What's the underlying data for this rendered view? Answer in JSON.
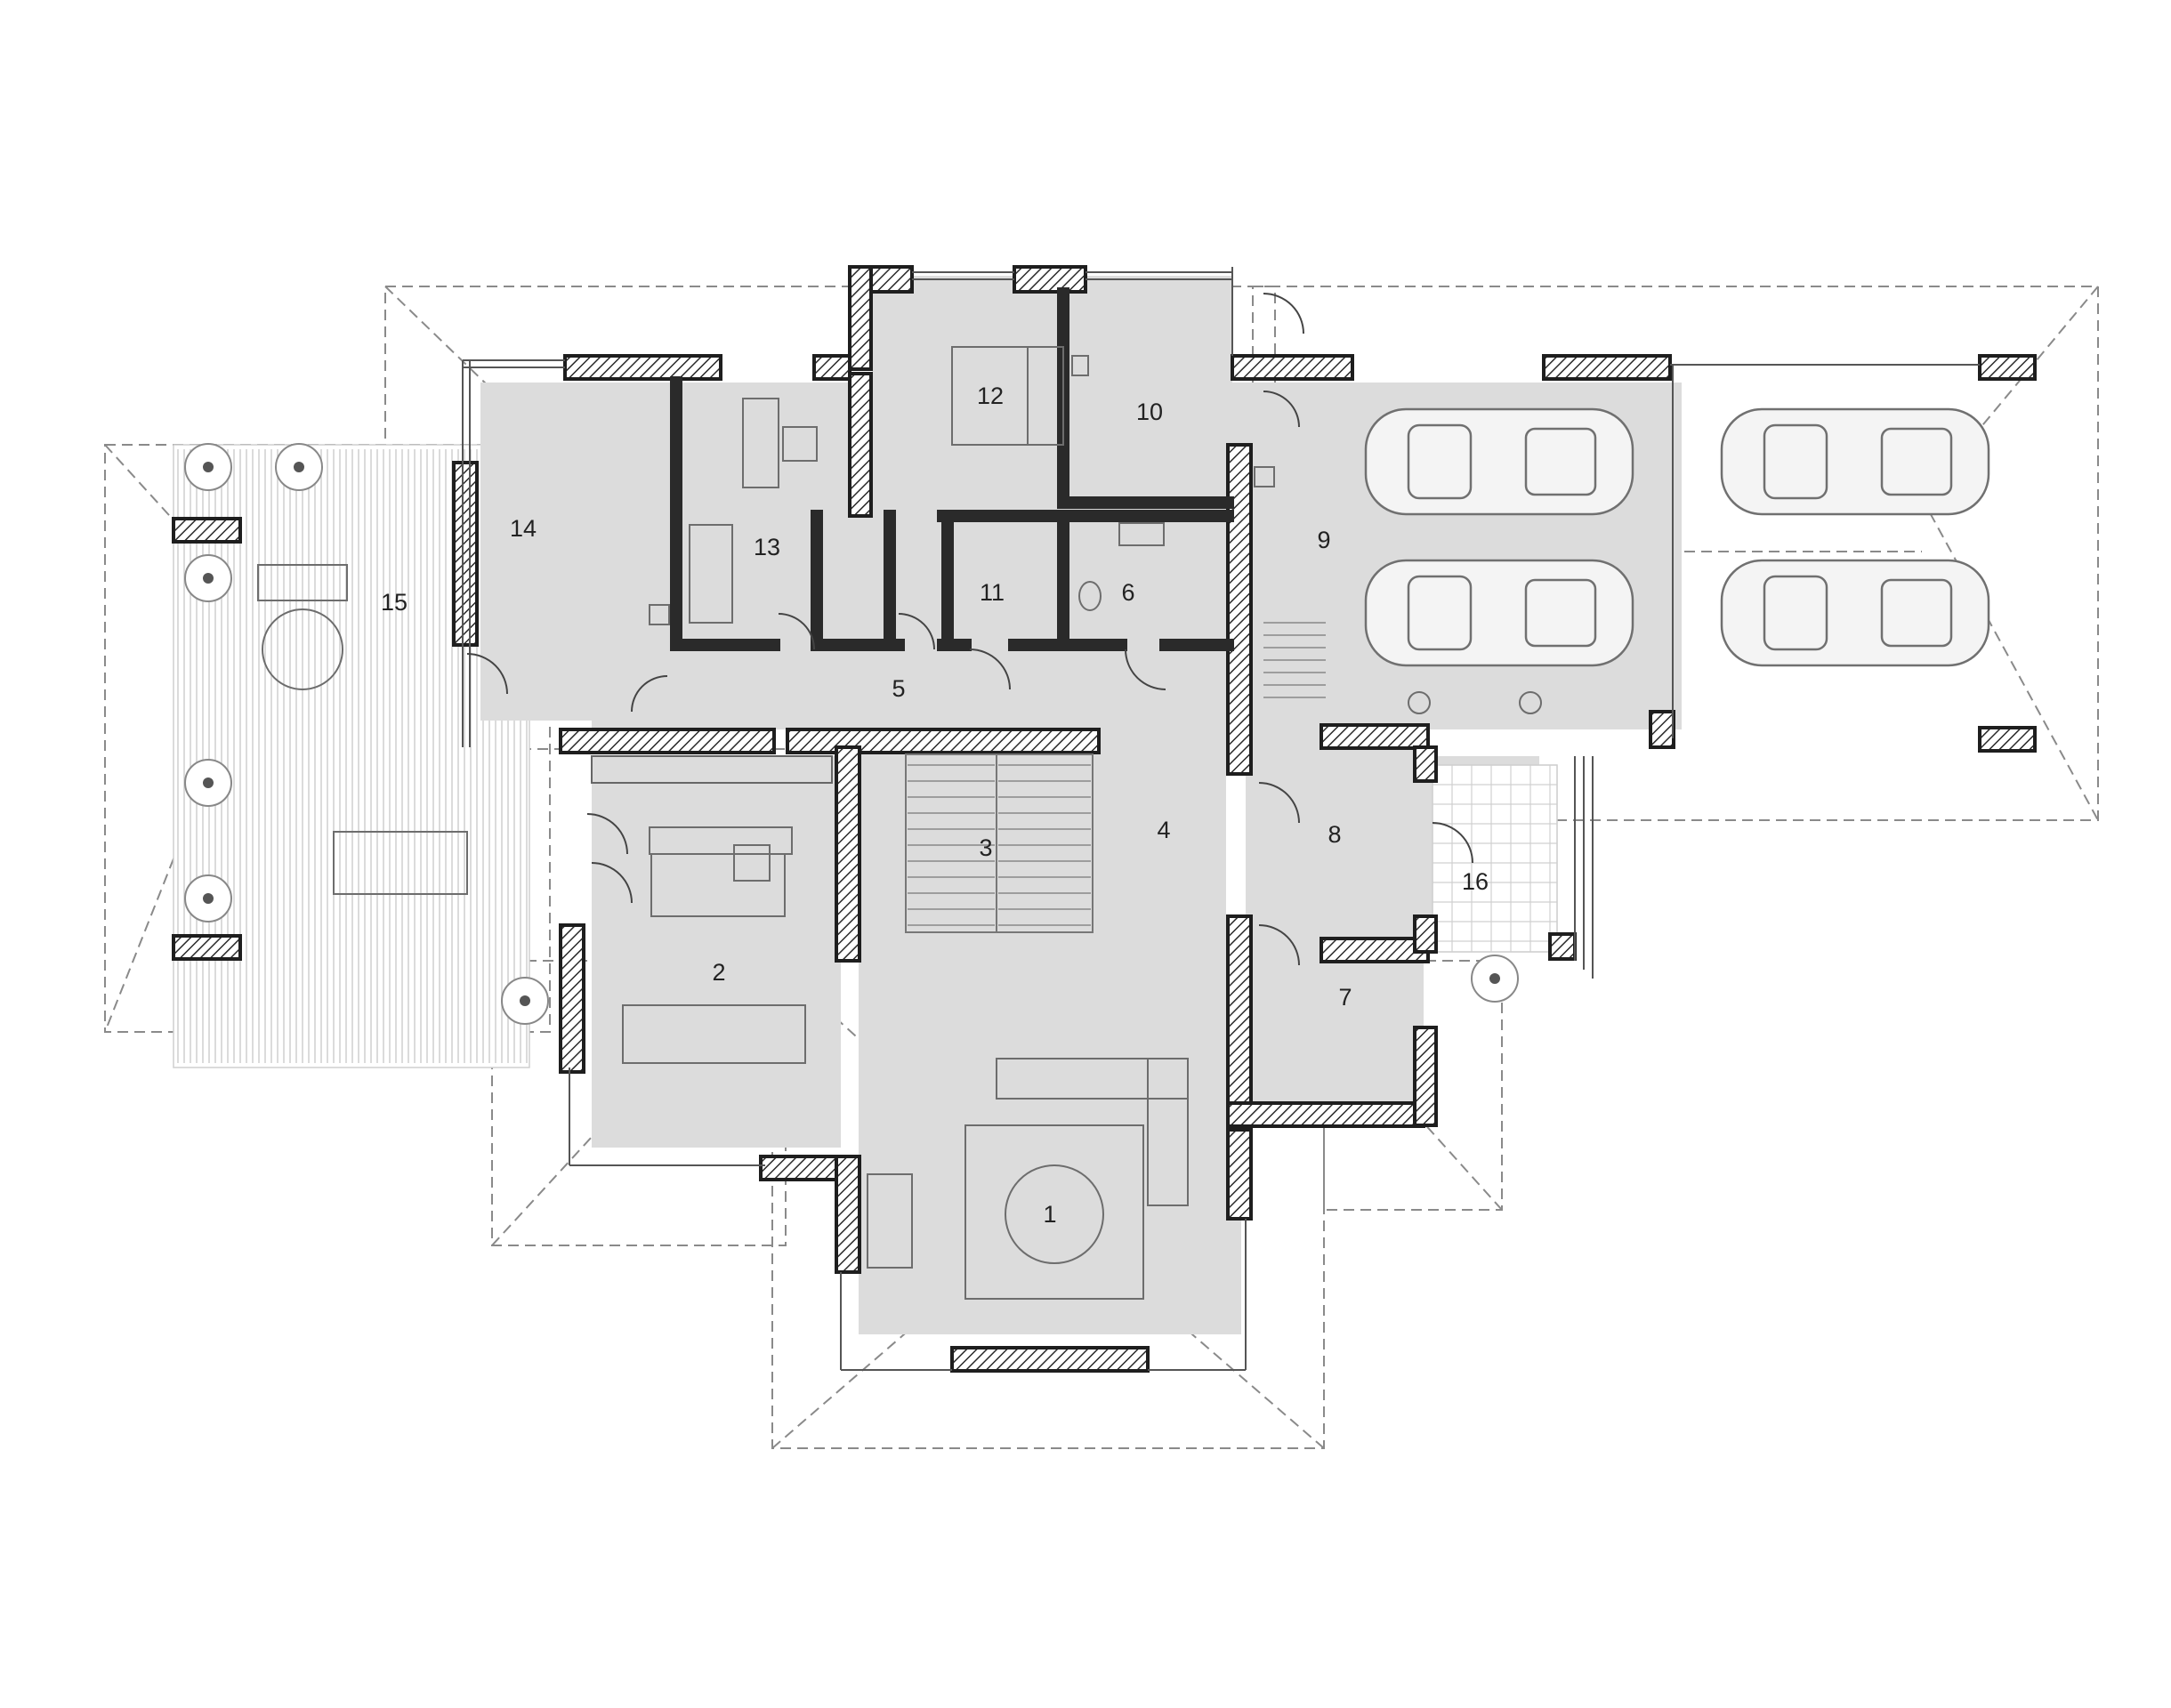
{
  "rooms": [
    {
      "id": "1",
      "label": "1"
    },
    {
      "id": "2",
      "label": "2"
    },
    {
      "id": "3",
      "label": "3"
    },
    {
      "id": "4",
      "label": "4"
    },
    {
      "id": "5",
      "label": "5"
    },
    {
      "id": "6",
      "label": "6"
    },
    {
      "id": "7",
      "label": "7"
    },
    {
      "id": "8",
      "label": "8"
    },
    {
      "id": "9",
      "label": "9"
    },
    {
      "id": "10",
      "label": "10"
    },
    {
      "id": "11",
      "label": "11"
    },
    {
      "id": "12",
      "label": "12"
    },
    {
      "id": "13",
      "label": "13"
    },
    {
      "id": "14",
      "label": "14"
    },
    {
      "id": "15",
      "label": "15"
    },
    {
      "id": "16",
      "label": "16"
    }
  ],
  "icons": [
    "car-icon",
    "dining-table-icon",
    "sofa-icon",
    "bed-icon",
    "plant-icon",
    "door-swing-icon",
    "stair-icon",
    "toilet-icon",
    "sink-icon",
    "stove-icon",
    "bicycle-icon"
  ],
  "colors": {
    "floor": "#dcdcdc",
    "wall_outline": "#1e1e1e",
    "roof_line": "#8a8a8a",
    "background": "#ffffff"
  }
}
